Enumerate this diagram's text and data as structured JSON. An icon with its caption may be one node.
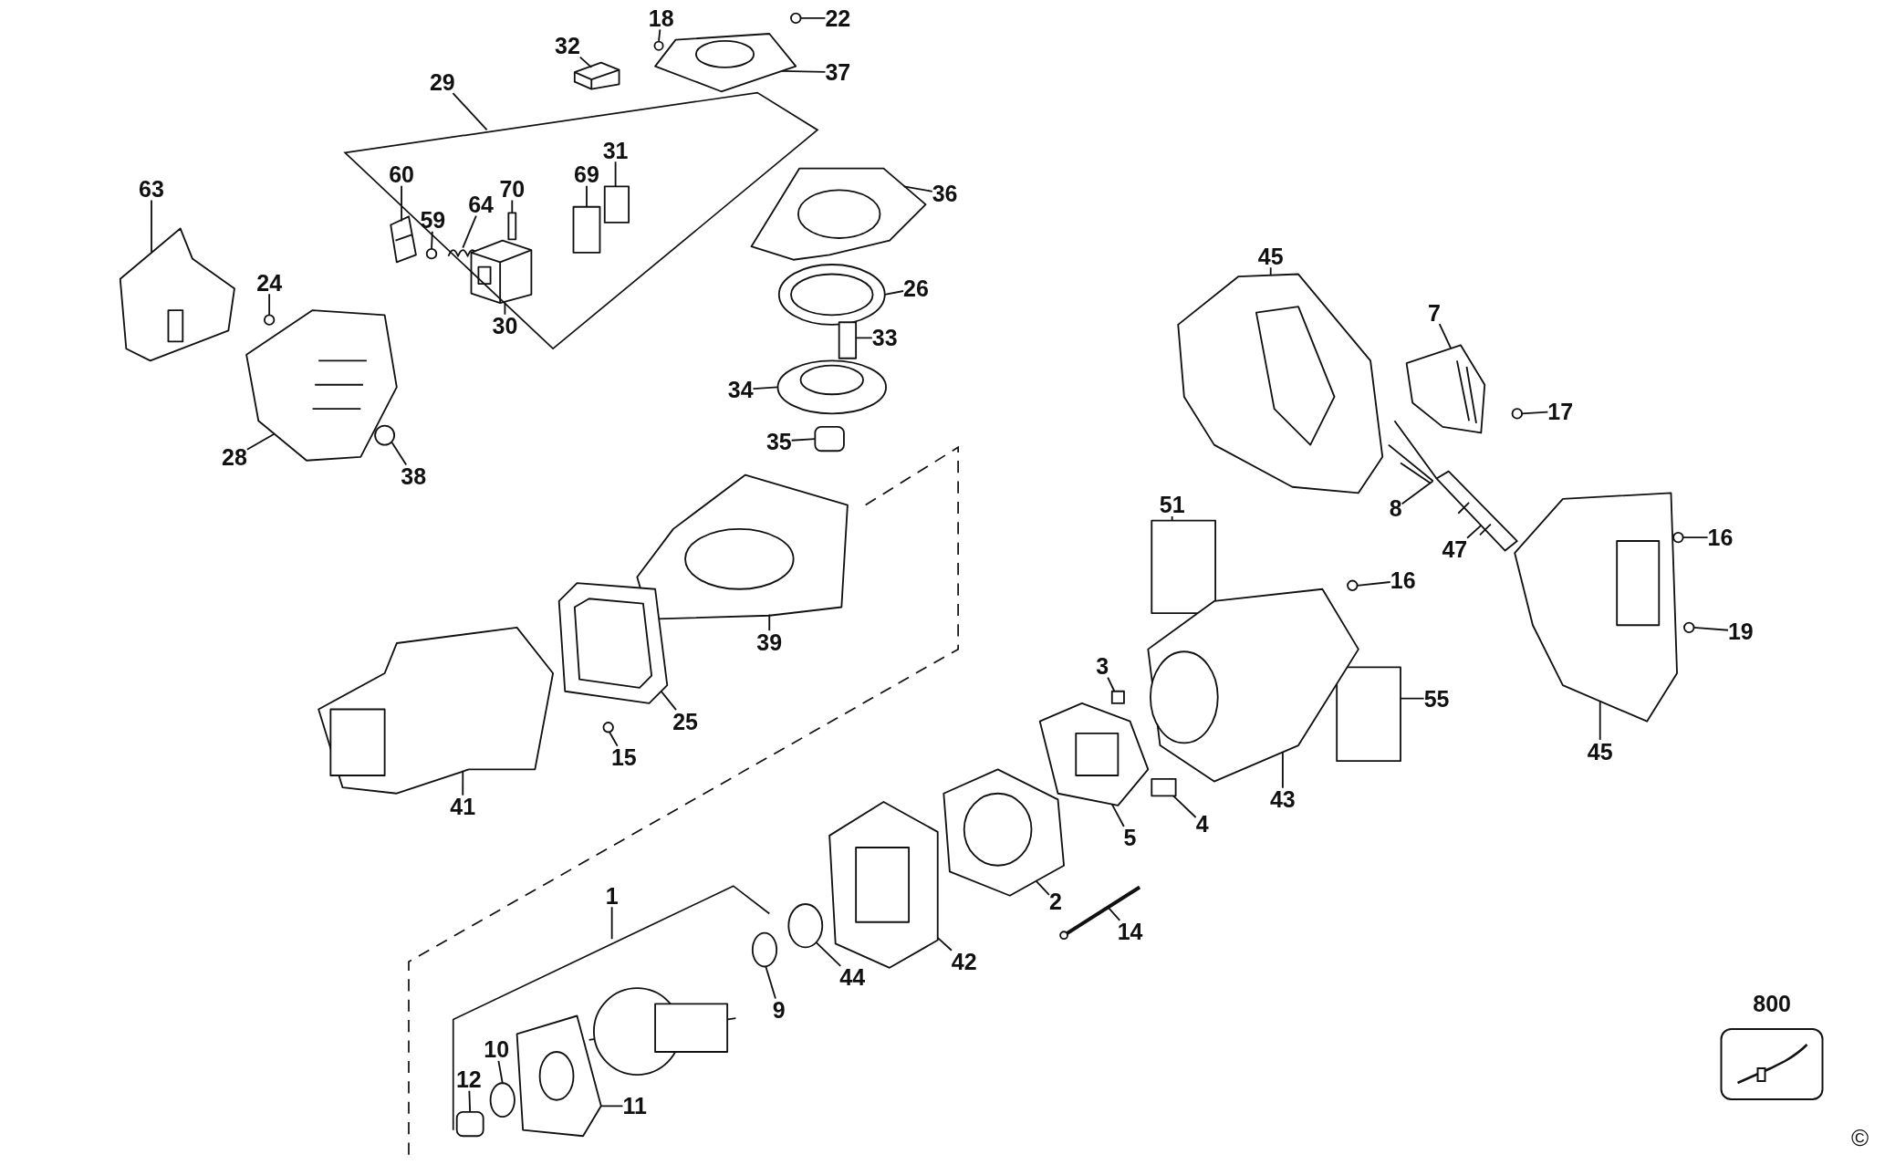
{
  "diagram": {
    "nodes": [
      {
        "text": [
          "18"
        ]
      },
      {
        "text": [
          "22"
        ]
      },
      {
        "text": [
          "32"
        ]
      },
      {
        "text": [
          "37"
        ]
      },
      {
        "text": [
          "29"
        ]
      },
      {
        "text": [
          "31"
        ]
      },
      {
        "text": [
          "69"
        ]
      },
      {
        "text": [
          "60"
        ]
      },
      {
        "text": [
          "63"
        ]
      },
      {
        "text": [
          "70"
        ]
      },
      {
        "text": [
          "36"
        ]
      },
      {
        "text": [
          "59"
        ]
      },
      {
        "text": [
          "64"
        ]
      },
      {
        "text": [
          "45"
        ]
      },
      {
        "text": [
          "24"
        ]
      },
      {
        "text": [
          "26"
        ]
      },
      {
        "text": [
          "7"
        ]
      },
      {
        "text": [
          "30"
        ]
      },
      {
        "text": [
          "33"
        ]
      },
      {
        "text": [
          "34"
        ]
      },
      {
        "text": [
          "17"
        ]
      },
      {
        "text": [
          "35"
        ]
      },
      {
        "text": [
          "28"
        ]
      },
      {
        "text": [
          "38"
        ]
      },
      {
        "text": [
          "51"
        ]
      },
      {
        "text": [
          "8"
        ]
      },
      {
        "text": [
          "16"
        ]
      },
      {
        "text": [
          "47"
        ]
      },
      {
        "text": [
          "16"
        ]
      },
      {
        "text": [
          "19"
        ]
      },
      {
        "text": [
          "39"
        ]
      },
      {
        "text": [
          "3"
        ]
      },
      {
        "text": [
          "55"
        ]
      },
      {
        "text": [
          "25"
        ]
      },
      {
        "text": [
          "45"
        ]
      },
      {
        "text": [
          "15"
        ]
      },
      {
        "text": [
          "43"
        ]
      },
      {
        "text": [
          "41"
        ]
      },
      {
        "text": [
          "4"
        ]
      },
      {
        "text": [
          "5"
        ]
      },
      {
        "text": [
          "2"
        ]
      },
      {
        "text": [
          "1"
        ]
      },
      {
        "text": [
          "14"
        ]
      },
      {
        "text": [
          "44"
        ]
      },
      {
        "text": [
          "42"
        ]
      },
      {
        "text": [
          "9"
        ]
      },
      {
        "text": [
          "800"
        ]
      },
      {
        "text": [
          "10"
        ]
      },
      {
        "text": [
          "12"
        ]
      },
      {
        "text": [
          "11"
        ]
      },
      {
        "text": [],
        "shape": "circle"
      },
      {
        "text": [],
        "shape": "circle"
      },
      {
        "text": [],
        "shape": "picture"
      },
      {
        "text": [],
        "shape": "picture"
      },
      {
        "text": [],
        "shape": "box"
      },
      {
        "text": [],
        "shape": "box"
      },
      {
        "text": [],
        "shape": "picture"
      },
      {
        "text": [],
        "shape": "picture"
      },
      {
        "text": [],
        "shape": "box"
      },
      {
        "text": [],
        "shape": "picture"
      },
      {
        "text": [],
        "shape": "circle"
      },
      {
        "text": [],
        "shape": "picture"
      },
      {
        "text": [],
        "shape": "picture"
      },
      {
        "text": [],
        "shape": "circle"
      },
      {
        "text": [],
        "shape": "picture"
      },
      {
        "text": [],
        "shape": "picture"
      },
      {
        "text": [],
        "shape": "picture"
      },
      {
        "text": [],
        "shape": "box"
      },
      {
        "text": [],
        "shape": "picture"
      },
      {
        "text": [],
        "shape": "circle"
      },
      {
        "text": [],
        "shape": "box"
      },
      {
        "text": [],
        "shape": "picture"
      },
      {
        "text": [],
        "shape": "circle"
      },
      {
        "text": [],
        "shape": "box"
      },
      {
        "text": [],
        "shape": "picture"
      },
      {
        "text": [],
        "shape": "circle"
      },
      {
        "text": [],
        "shape": "picture"
      },
      {
        "text": [],
        "shape": "circle"
      },
      {
        "text": [],
        "shape": "circle"
      },
      {
        "text": [],
        "shape": "picture"
      },
      {
        "text": [],
        "shape": "box"
      },
      {
        "text": [],
        "shape": "box"
      },
      {
        "text": [],
        "shape": "picture"
      },
      {
        "text": [],
        "shape": "picture"
      },
      {
        "text": [],
        "shape": "circle"
      },
      {
        "text": [],
        "shape": "picture"
      },
      {
        "text": [],
        "shape": "picture"
      },
      {
        "text": [],
        "shape": "box"
      },
      {
        "text": [],
        "shape": "picture"
      },
      {
        "text": [],
        "shape": "picture"
      },
      {
        "text": [],
        "shape": "picture"
      },
      {
        "text": [],
        "shape": "circle"
      },
      {
        "text": [],
        "shape": "picture"
      },
      {
        "text": [],
        "shape": "circle"
      },
      {
        "text": [],
        "shape": "circle"
      },
      {
        "text": [],
        "shape": "box"
      },
      {
        "text": [],
        "shape": "picture"
      }
    ],
    "edges": [
      {
        "from": 0,
        "to": 50,
        "arrow": "none"
      },
      {
        "from": 1,
        "to": 51,
        "arrow": "none"
      },
      {
        "from": 2,
        "to": 52,
        "arrow": "none"
      },
      {
        "from": 3,
        "to": 53,
        "arrow": "none"
      },
      {
        "from": 4,
        "to": null,
        "arrow": "none"
      },
      {
        "from": 5,
        "to": 54,
        "arrow": "none"
      },
      {
        "from": 6,
        "to": 55,
        "arrow": "none"
      },
      {
        "from": 7,
        "to": 56,
        "arrow": "none"
      },
      {
        "from": 8,
        "to": 57,
        "arrow": "none"
      },
      {
        "from": 9,
        "to": 58,
        "arrow": "none"
      },
      {
        "from": 10,
        "to": 59,
        "arrow": "none"
      },
      {
        "from": 11,
        "to": 60,
        "arrow": "none"
      },
      {
        "from": 12,
        "to": 61,
        "arrow": "none"
      },
      {
        "from": 13,
        "to": 62,
        "arrow": "none"
      },
      {
        "from": 14,
        "to": 63,
        "arrow": "none"
      },
      {
        "from": 15,
        "to": 64,
        "arrow": "none"
      },
      {
        "from": 16,
        "to": 65,
        "arrow": "none"
      },
      {
        "from": 17,
        "to": 66,
        "arrow": "none"
      },
      {
        "from": 18,
        "to": 67,
        "arrow": "none"
      },
      {
        "from": 19,
        "to": 68,
        "arrow": "none"
      },
      {
        "from": 20,
        "to": 69,
        "arrow": "none"
      },
      {
        "from": 21,
        "to": 70,
        "arrow": "none"
      },
      {
        "from": 22,
        "to": 71,
        "arrow": "none"
      },
      {
        "from": 23,
        "to": 72,
        "arrow": "none"
      },
      {
        "from": 24,
        "to": 73,
        "arrow": "none"
      },
      {
        "from": 25,
        "to": 74,
        "arrow": "none"
      },
      {
        "from": 26,
        "to": 75,
        "arrow": "none"
      },
      {
        "from": 27,
        "to": 76,
        "arrow": "none"
      },
      {
        "from": 28,
        "to": 77,
        "arrow": "none"
      },
      {
        "from": 29,
        "to": 78,
        "arrow": "none"
      },
      {
        "from": 30,
        "to": 79,
        "arrow": "none"
      },
      {
        "from": 31,
        "to": 80,
        "arrow": "none"
      },
      {
        "from": 32,
        "to": 81,
        "arrow": "none"
      },
      {
        "from": 33,
        "to": 82,
        "arrow": "none"
      },
      {
        "from": 34,
        "to": 83,
        "arrow": "none"
      },
      {
        "from": 35,
        "to": 84,
        "arrow": "none"
      },
      {
        "from": 36,
        "to": 85,
        "arrow": "none"
      },
      {
        "from": 37,
        "to": 86,
        "arrow": "none"
      },
      {
        "from": 38,
        "to": 87,
        "arrow": "none"
      },
      {
        "from": 39,
        "to": 88,
        "arrow": "none"
      },
      {
        "from": 40,
        "to": 89,
        "arrow": "none"
      },
      {
        "from": 41,
        "to": null,
        "arrow": "none"
      },
      {
        "from": 42,
        "to": 90,
        "arrow": "none"
      },
      {
        "from": 43,
        "to": 91,
        "arrow": "none"
      },
      {
        "from": 44,
        "to": 92,
        "arrow": "none"
      },
      {
        "from": 45,
        "to": 93,
        "arrow": "none"
      },
      {
        "from": 47,
        "to": 94,
        "arrow": "none"
      },
      {
        "from": 48,
        "to": 95,
        "arrow": "none"
      },
      {
        "from": 49,
        "to": 96,
        "arrow": "none"
      }
    ],
    "labels": [
      "©"
    ]
  }
}
